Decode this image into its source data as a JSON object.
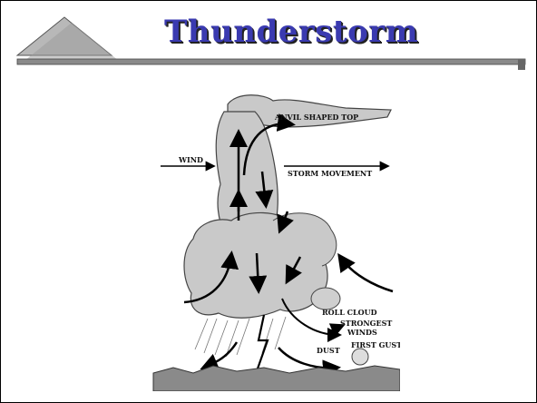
{
  "title": "Thunderstorm",
  "labels": {
    "anvil": "ANVIL SHAPED TOP",
    "wind": "WIND",
    "storm_movement": "STORM MOVEMENT",
    "roll_cloud": "ROLL CLOUD",
    "strongest_winds_1": "STRONGEST",
    "strongest_winds_2": "WINDS",
    "first_gust": "FIRST GUST",
    "dust": "DUST"
  },
  "colors": {
    "title": "#3a3ab0",
    "bar": "#7a7a7a",
    "cloud": "#c9c9c9"
  }
}
